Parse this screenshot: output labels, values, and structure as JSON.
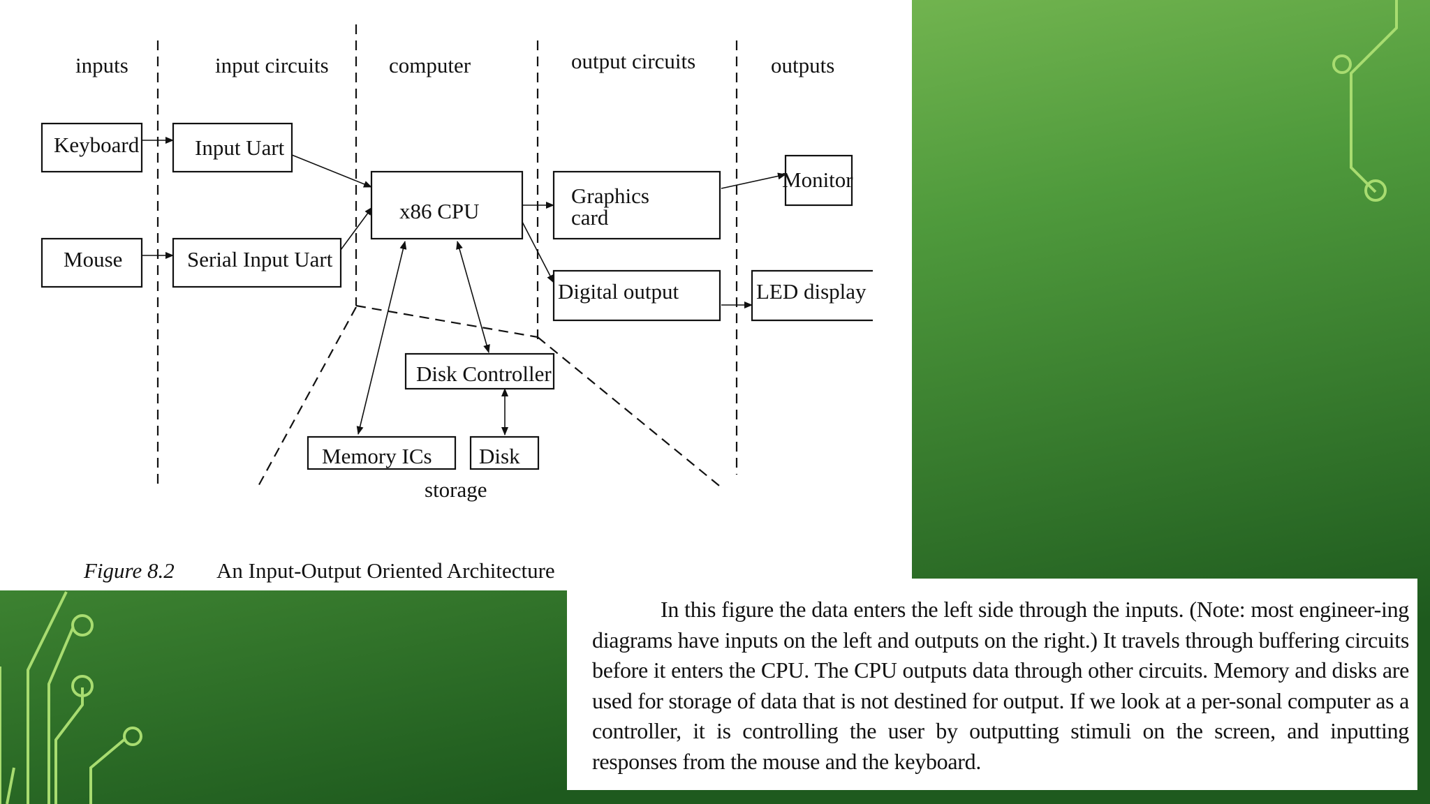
{
  "diagram": {
    "column_headers": {
      "inputs": "inputs",
      "input_circuits": "input circuits",
      "computer": "computer",
      "output_circuits": "output circuits",
      "outputs": "outputs"
    },
    "nodes": {
      "keyboard": "Keyboard",
      "mouse": "Mouse",
      "input_uart": "Input Uart",
      "serial_input_uart": "Serial Input Uart",
      "cpu": "x86 CPU",
      "graphics_card_line1": "Graphics",
      "graphics_card_line2": "card",
      "digital_output": "Digital output",
      "monitor": "Monitor",
      "led_display": "LED display",
      "disk_controller": "Disk Controller",
      "memory_ics": "Memory ICs",
      "disk": "Disk"
    },
    "storage_label": "storage",
    "edges": [
      {
        "from": "Keyboard",
        "to": "Input Uart"
      },
      {
        "from": "Mouse",
        "to": "Serial Input Uart"
      },
      {
        "from": "Input Uart",
        "to": "x86 CPU"
      },
      {
        "from": "Serial Input Uart",
        "to": "x86 CPU"
      },
      {
        "from": "x86 CPU",
        "to": "Graphics card"
      },
      {
        "from": "x86 CPU",
        "to": "Digital output"
      },
      {
        "from": "Graphics card",
        "to": "Monitor"
      },
      {
        "from": "Digital output",
        "to": "LED display"
      },
      {
        "from": "x86 CPU",
        "to": "Memory ICs",
        "bidirectional": true
      },
      {
        "from": "x86 CPU",
        "to": "Disk Controller",
        "bidirectional": true
      },
      {
        "from": "Disk Controller",
        "to": "Disk",
        "bidirectional": true
      }
    ]
  },
  "caption": {
    "figure_number": "Figure 8.2",
    "title": "An Input-Output Oriented Architecture"
  },
  "paragraph": "In this figure the data enters the left side through the inputs. (Note: most engineer-ing diagrams have inputs on the left and outputs on the right.) It travels through buffering circuits before it enters the CPU. The CPU outputs data through other circuits. Memory and disks are used for storage of data that is not destined for output. If we look at a per-sonal computer as a controller, it is controlling the user by outputting stimuli on the screen, and inputting responses from the mouse and the keyboard.",
  "colors": {
    "background_dark": "#1e5a1e",
    "background_light": "#86c25a",
    "circuit_lines": "#a8dc70"
  }
}
